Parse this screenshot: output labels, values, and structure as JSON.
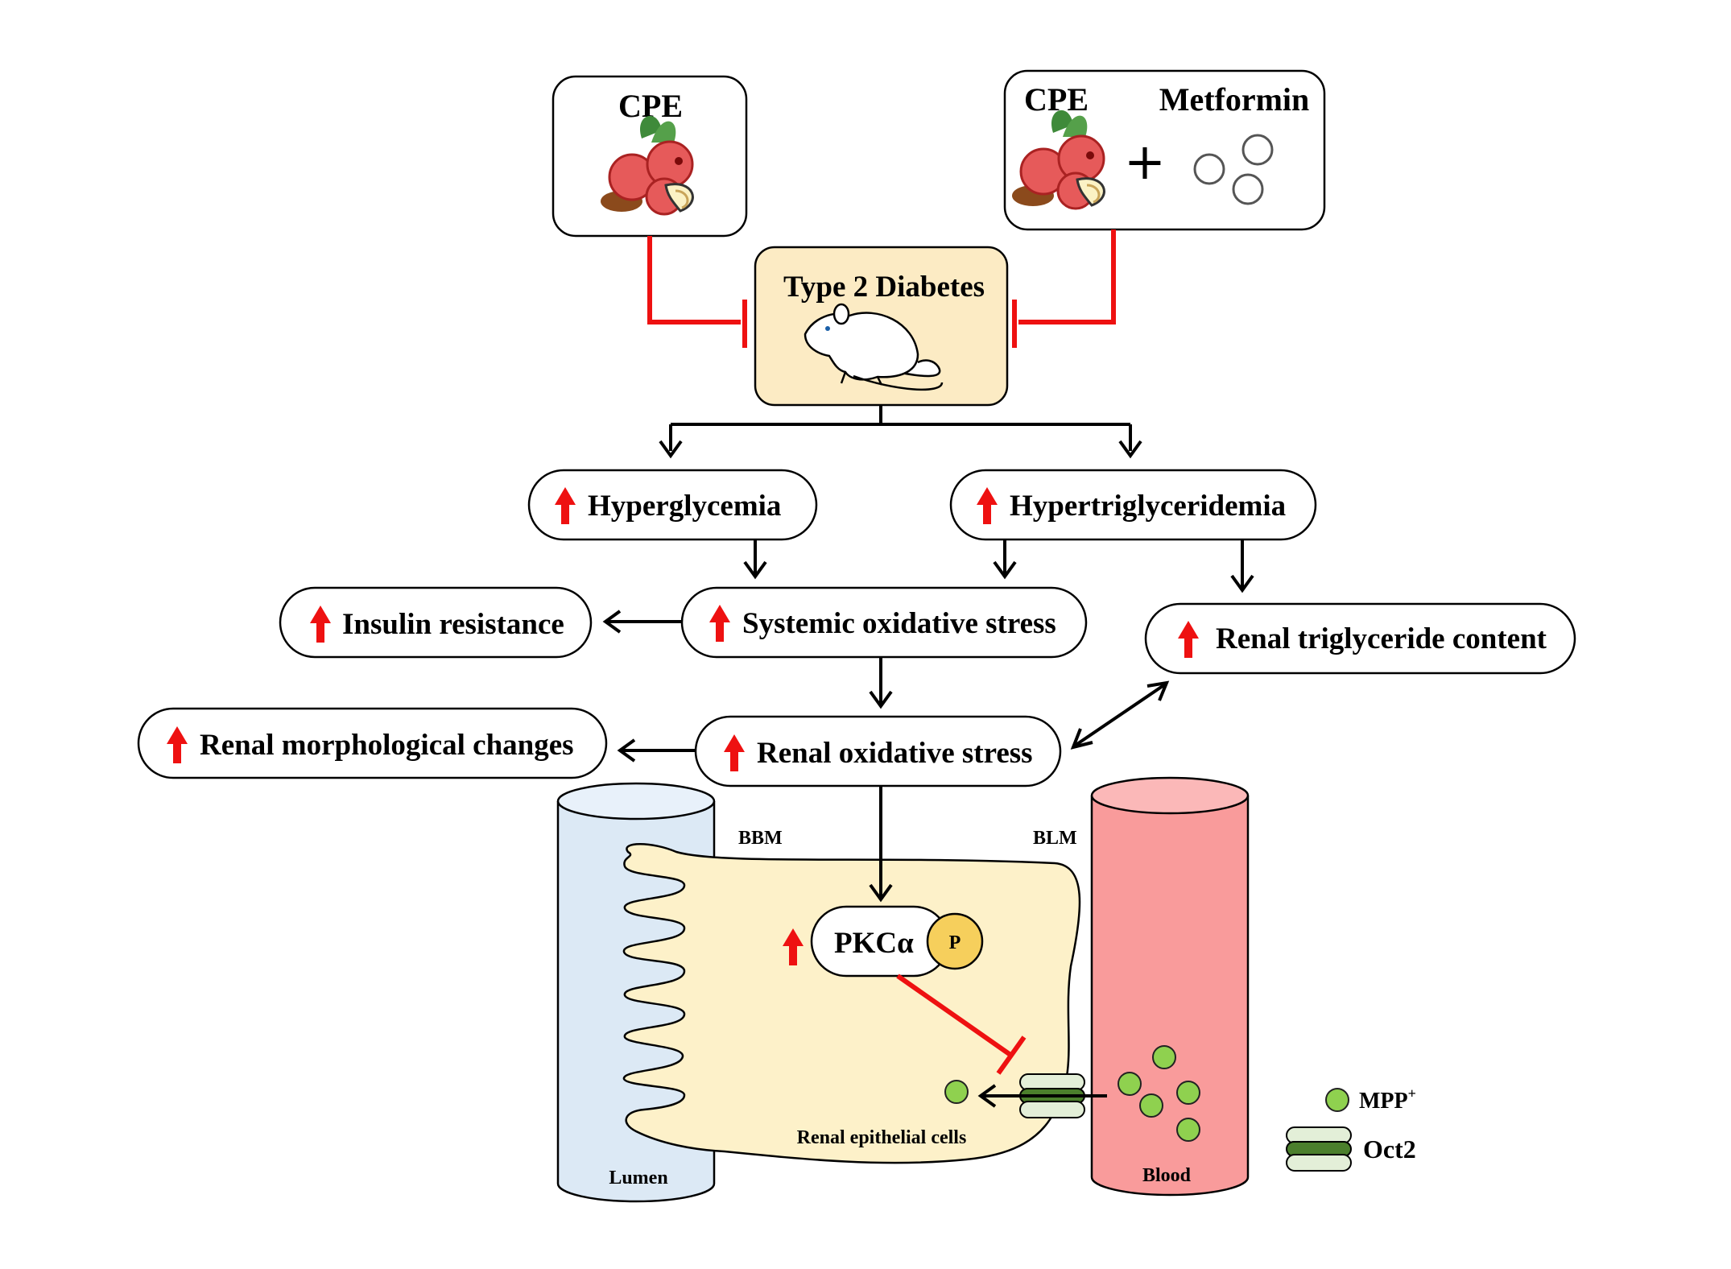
{
  "treatments": {
    "cpe_label": "CPE",
    "combo_cpe_label": "CPE",
    "combo_plus": "+",
    "combo_metformin_label": "Metformin"
  },
  "disease": {
    "label": "Type 2 Diabetes"
  },
  "effects": {
    "hyperglycemia": "Hyperglycemia",
    "hypertriglyceridemia": "Hypertriglyceridemia",
    "insulin_resistance": "Insulin resistance",
    "systemic_oxidative_stress": "Systemic oxidative stress",
    "renal_triglyceride_content": "Renal triglyceride content",
    "renal_morphological_changes": "Renal morphological changes",
    "renal_oxidative_stress": "Renal oxidative stress"
  },
  "cell": {
    "bbm": "BBM",
    "blm": "BLM",
    "pkc": "PKCα",
    "phospho": "P",
    "cells": "Renal epithelial cells",
    "lumen": "Lumen",
    "blood": "Blood"
  },
  "legend": {
    "mpp": "MPP",
    "mpp_sup": "+",
    "oct2": "Oct2"
  },
  "colors": {
    "inhibit": "#ee1111",
    "up_arrow": "#ee1111",
    "disease_fill": "#fcebc4",
    "cell_fill": "#fdf1c9",
    "lumen_fill": "#dce9f5",
    "blood_fill": "#f99b9b",
    "mpp_fill": "#8fd14f",
    "phospho_fill": "#f6cf5c",
    "oct2_dark": "#4b7f2c",
    "oct2_light": "#e3efd8"
  }
}
